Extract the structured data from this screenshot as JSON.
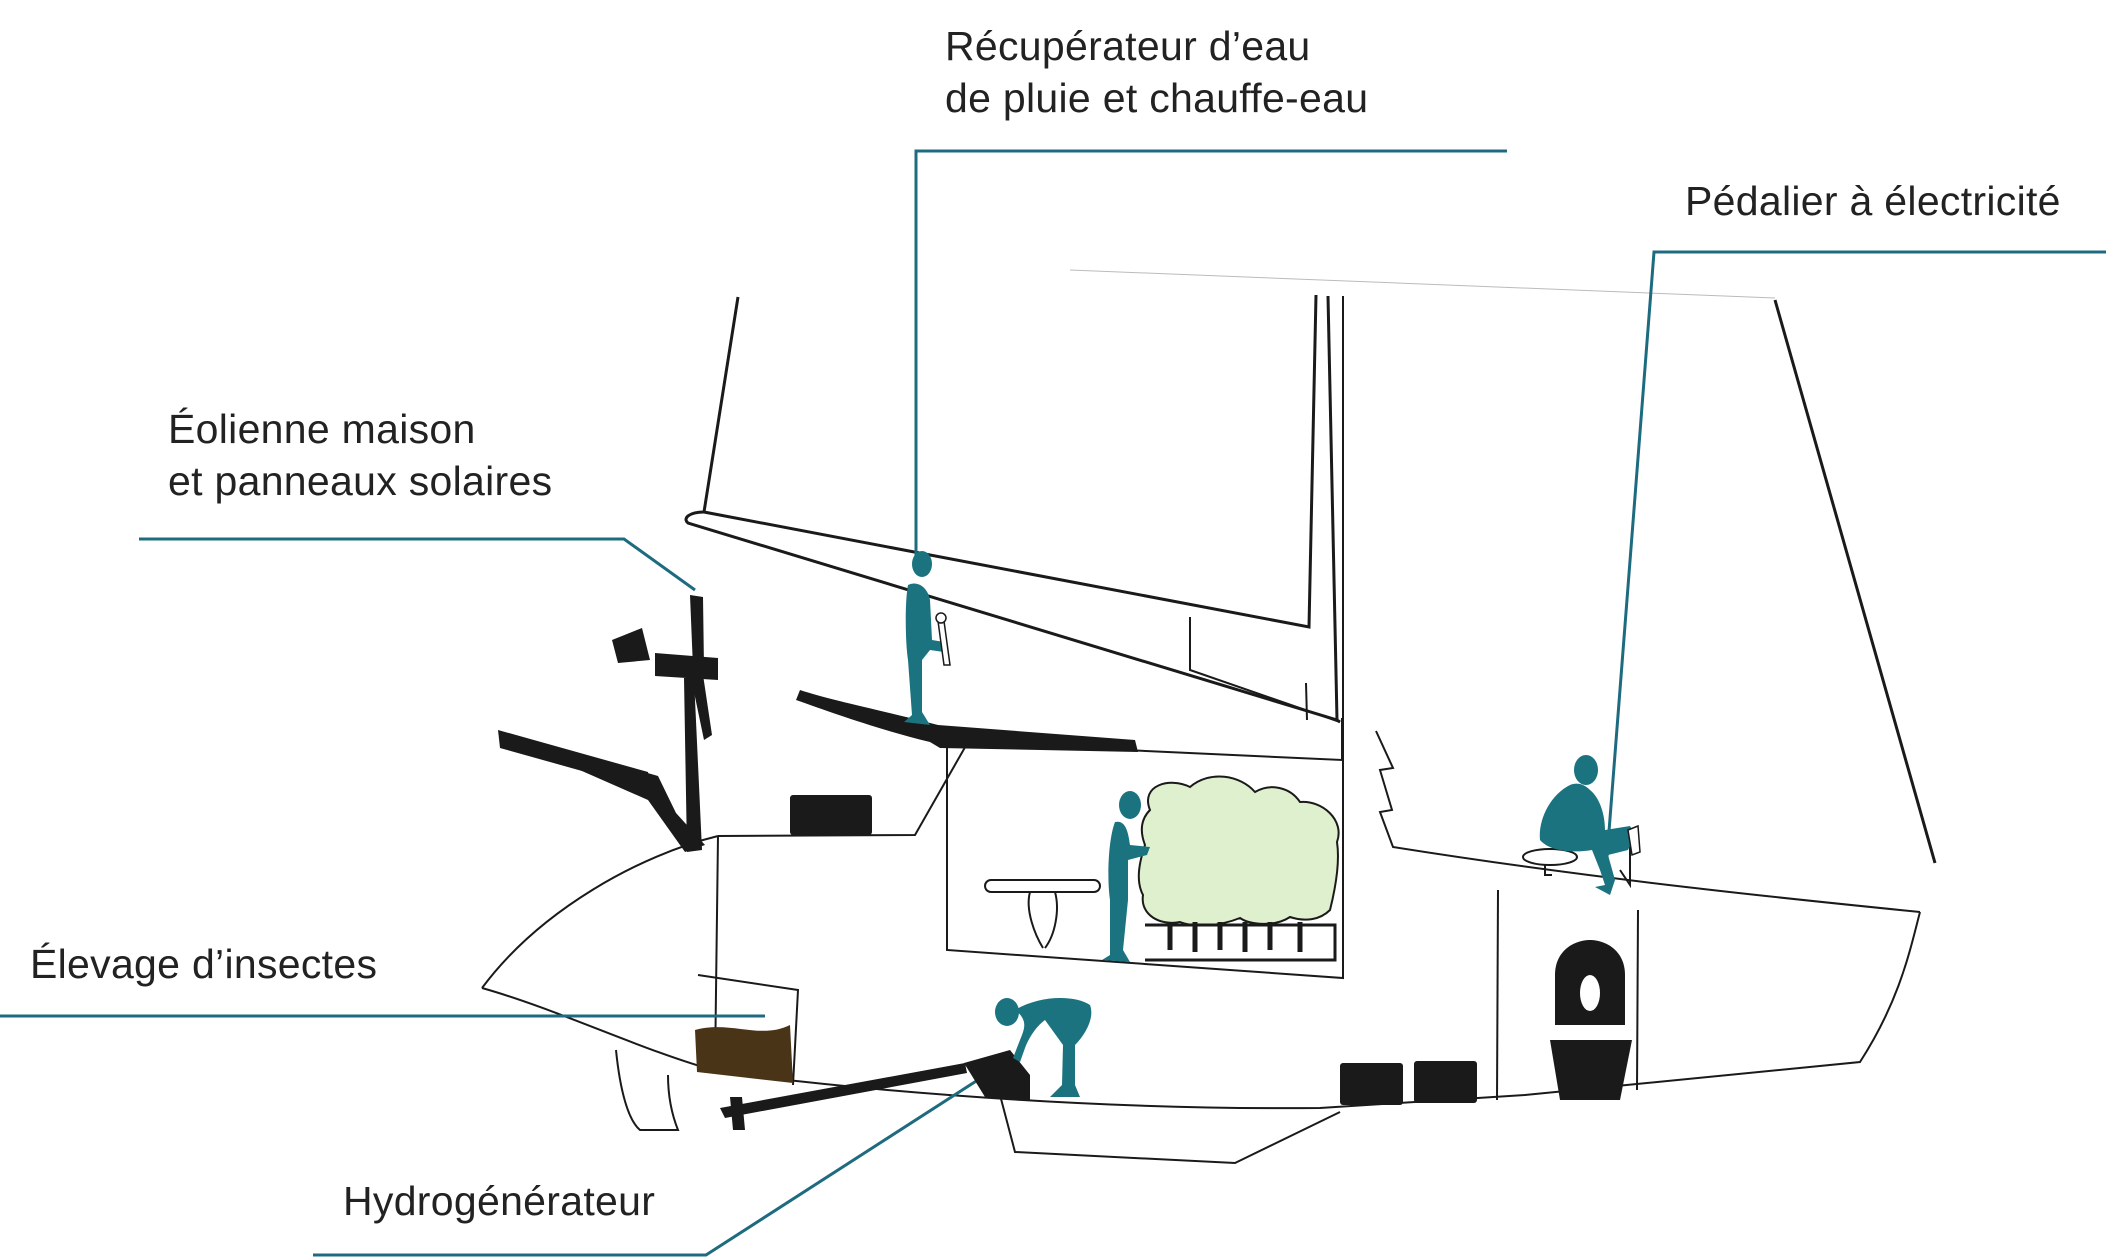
{
  "diagram": {
    "labels": {
      "water": [
        "Récupérateur d’eau",
        "de pluie et chauffe-eau"
      ],
      "pedal": "Pédalier à électricité",
      "wind": [
        "Éolienne maison",
        "et panneaux solaires"
      ],
      "insects": "Élevage d’insectes",
      "hydro": "Hydrogénérateur"
    },
    "colors": {
      "leader_line": "#1e6b80",
      "figure": "#1b7380",
      "equipment": "#1a1a1a",
      "hull_line": "#1a1a1a",
      "garden": "#def0cd",
      "insect_box": "#4a3418"
    }
  }
}
